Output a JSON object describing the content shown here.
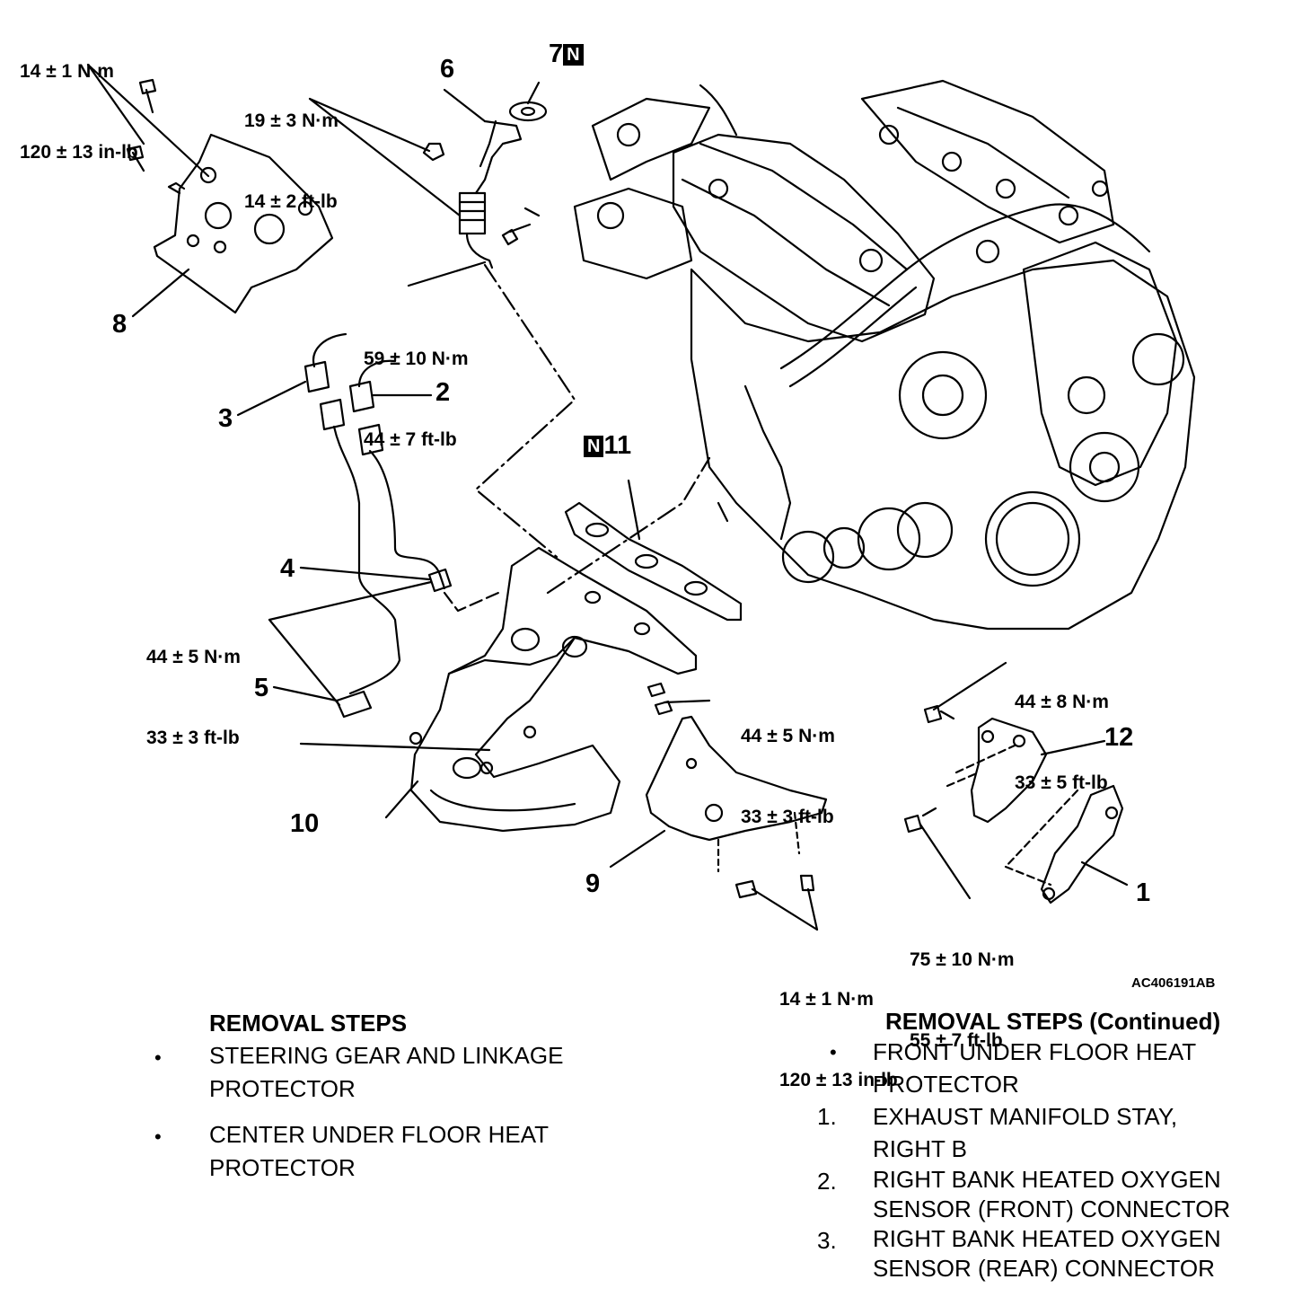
{
  "torques": {
    "t_heatguard_bolts": [
      "14 ± 1 N·m",
      "120 ± 13 in-lb"
    ],
    "t_pipe_nut": [
      "19 ± 3 N·m",
      "14 ± 2 ft-lb"
    ],
    "t_pipe_union": [
      "59 ± 10 N·m",
      "44 ± 7 ft-lb"
    ],
    "t_sensor": [
      "44 ± 5 N·m",
      "33 ± 3 ft-lb"
    ],
    "t_manifold_nut": [
      "44 ± 5 N·m",
      "33 ± 3 ft-lb"
    ],
    "t_stay_upper": [
      "44 ± 8 N·m",
      "33 ± 5 ft-lb"
    ],
    "t_stay_lower": [
      "75 ± 10 N·m",
      "55 ± 7 ft-lb"
    ],
    "t_protector_bolts": [
      "14 ± 1 N·m",
      "120 ± 13 in-lb"
    ]
  },
  "callouts": {
    "c1": "1",
    "c2": "2",
    "c3": "3",
    "c4": "4",
    "c5": "5",
    "c6": "6",
    "c7": "7",
    "c8": "8",
    "c9": "9",
    "c10": "10",
    "c11": "11",
    "c12": "12",
    "n_mark": "N"
  },
  "figure_ref": "AC406191AB",
  "removal_left": {
    "heading": "REMOVAL STEPS",
    "items": [
      {
        "marker": "•",
        "lines": [
          "STEERING GEAR AND LINKAGE",
          "PROTECTOR"
        ]
      },
      {
        "marker": "•",
        "lines": [
          "CENTER UNDER FLOOR HEAT",
          "PROTECTOR"
        ]
      }
    ]
  },
  "removal_right": {
    "heading": "REMOVAL STEPS (Continued)",
    "items": [
      {
        "marker": "•",
        "lines": [
          "FRONT UNDER FLOOR HEAT",
          "PROTECTOR"
        ]
      },
      {
        "marker": "1.",
        "lines": [
          "EXHAUST MANIFOLD STAY,",
          "RIGHT B"
        ]
      },
      {
        "marker": "2.",
        "lines": [
          "RIGHT BANK HEATED OXYGEN",
          "SENSOR (FRONT) CONNECTOR"
        ]
      },
      {
        "marker": "3.",
        "lines": [
          "RIGHT BANK HEATED OXYGEN",
          "SENSOR (REAR) CONNECTOR"
        ]
      }
    ]
  }
}
